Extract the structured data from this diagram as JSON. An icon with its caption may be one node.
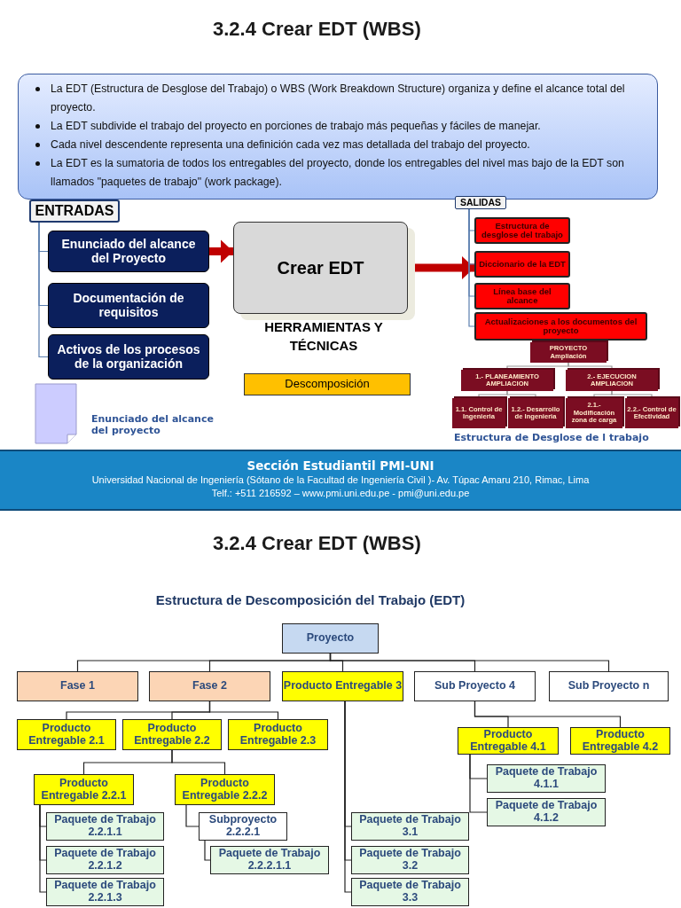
{
  "diagram": {
    "title": "3.2.4 Crear EDT (WBS)",
    "nodes": [
      {
        "text": [
          "La EDT (Estructura de Desglose del Trabajo) o WBS (Work Breakdown Structure) organiza y define el alcance total del proyecto.",
          "La EDT subdivide el trabajo del proyecto en porciones de trabajo más pequeñas y fáciles de manejar.",
          "Cada nivel descendente representa una definición cada vez mas detallada del trabajo del proyecto.",
          "La EDT es la sumatoria de todos los entregables del proyecto, donde los entregables del nivel mas bajo de la EDT son llamados \"paquetes de trabajo\" (work package)."
        ]
      },
      {
        "text": [
          "ENTRADAS"
        ]
      },
      {
        "text": [
          "Enunciado del alcance del Proyecto"
        ]
      },
      {
        "text": [
          "Documentación de requisitos"
        ]
      },
      {
        "text": [
          "Activos de los procesos de la organización"
        ]
      },
      {
        "text": [
          "Crear EDT"
        ]
      },
      {
        "text": [
          "Descomposición"
        ]
      },
      {
        "text": [
          "SALIDAS"
        ]
      },
      {
        "text": [
          "Estructura de desglose del trabajo"
        ]
      },
      {
        "text": [
          "Diccionario de la EDT"
        ]
      },
      {
        "text": [
          "Línea base del alcance"
        ]
      },
      {
        "text": [
          "Actualizaciones a los documentos del proyecto"
        ]
      },
      {
        "text": [
          "PROYECTO Ampliación"
        ]
      },
      {
        "text": [
          "1.- PLANEAMIENTO AMPLIACION"
        ]
      },
      {
        "text": [
          "2.- EJECUCION AMPLIACION"
        ]
      },
      {
        "text": [
          "1.1. Control de Ingenieria"
        ]
      },
      {
        "text": [
          "1.2.- Desarrollo de Ingenieria"
        ]
      },
      {
        "text": [
          "2.1.- Modificación zona de carga"
        ]
      },
      {
        "text": [
          "2.2.- Control de Efectividad"
        ]
      },
      {
        "text": [
          "Sección Estudiantil PMI-UNI",
          "Universidad Nacional de Ingeniería (Sótano de la Facultad de Ingeniería Civil )- Av. Túpac Amaru 210, Rimac, Lima",
          "Telf.: +511 216592 – www.pmi.uni.edu.pe - pmi@uni.edu.pe"
        ]
      },
      {
        "text": [
          "Proyecto"
        ]
      },
      {
        "text": [
          "Fase 1"
        ]
      },
      {
        "text": [
          "Fase 2"
        ]
      },
      {
        "text": [
          "Producto Entregable 3"
        ]
      },
      {
        "text": [
          "Sub Proyecto 4"
        ]
      },
      {
        "text": [
          "Sub Proyecto n"
        ]
      },
      {
        "text": [
          "Producto Entregable 2.1"
        ]
      },
      {
        "text": [
          "Producto Entregable 2.2"
        ]
      },
      {
        "text": [
          "Producto Entregable 2.3"
        ]
      },
      {
        "text": [
          "Producto Entregable 4.1"
        ]
      },
      {
        "text": [
          "Producto Entregable 4.2"
        ]
      },
      {
        "text": [
          "Producto Entregable 2.2.1"
        ]
      },
      {
        "text": [
          "Producto Entregable 2.2.2"
        ]
      },
      {
        "text": [
          "Paquete de Trabajo 4.1.1"
        ]
      },
      {
        "text": [
          "Paquete de Trabajo 4.1.2"
        ]
      },
      {
        "text": [
          "Paquete de Trabajo 2.2.1.1"
        ]
      },
      {
        "text": [
          "Subproyecto 2.2.2.1"
        ]
      },
      {
        "text": [
          "Paquete de Trabajo 3.1"
        ]
      },
      {
        "text": [
          "Paquete de Trabajo 2.2.1.2"
        ]
      },
      {
        "text": [
          "Paquete de Trabajo 2.2.2.1.1"
        ]
      },
      {
        "text": [
          "Paquete de Trabajo 3.2"
        ]
      },
      {
        "text": [
          "Paquete de Trabajo 2.2.1.3"
        ]
      },
      {
        "text": [
          "Paquete de Trabajo 3.3"
        ]
      }
    ],
    "edges": [
      {
        "from": 1,
        "to": 2,
        "arrow": "none",
        "color": "#5b7fb0"
      },
      {
        "from": 1,
        "to": 3,
        "arrow": "none",
        "color": "#5b7fb0"
      },
      {
        "from": 1,
        "to": 4,
        "arrow": "none",
        "color": "#5b7fb0"
      },
      {
        "from": 2,
        "to": 5,
        "arrow": "to",
        "style": "thick",
        "color": "#c00000"
      },
      {
        "from": 5,
        "to": 9,
        "arrow": "to",
        "style": "thick",
        "color": "#c00000"
      },
      {
        "from": 7,
        "to": 8,
        "arrow": "none",
        "color": "#5b7fb0"
      },
      {
        "from": 7,
        "to": 9,
        "arrow": "none",
        "color": "#5b7fb0"
      },
      {
        "from": 7,
        "to": 10,
        "arrow": "none",
        "color": "#5b7fb0"
      },
      {
        "from": 7,
        "to": 11,
        "arrow": "none",
        "color": "#5b7fb0"
      },
      {
        "from": 12,
        "to": 13,
        "arrow": "none",
        "color": "#999999"
      },
      {
        "from": 12,
        "to": 14,
        "arrow": "none",
        "color": "#999999"
      },
      {
        "from": 13,
        "to": 15,
        "arrow": "none",
        "color": "#999999"
      },
      {
        "from": 13,
        "to": 16,
        "arrow": "none",
        "color": "#999999"
      },
      {
        "from": 14,
        "to": 17,
        "arrow": "none",
        "color": "#999999"
      },
      {
        "from": 14,
        "to": 18,
        "arrow": "none",
        "color": "#999999"
      },
      {
        "from": 20,
        "to": 21,
        "arrow": "none"
      },
      {
        "from": 20,
        "to": 22,
        "arrow": "none"
      },
      {
        "from": 20,
        "to": 23,
        "arrow": "none"
      },
      {
        "from": 20,
        "to": 24,
        "arrow": "none"
      },
      {
        "from": 20,
        "to": 25,
        "arrow": "none"
      },
      {
        "from": 22,
        "to": 26,
        "arrow": "none"
      },
      {
        "from": 22,
        "to": 27,
        "arrow": "none"
      },
      {
        "from": 22,
        "to": 28,
        "arrow": "none"
      },
      {
        "from": 24,
        "to": 29,
        "arrow": "none"
      },
      {
        "from": 24,
        "to": 30,
        "arrow": "none"
      },
      {
        "from": 27,
        "to": 31,
        "arrow": "none"
      },
      {
        "from": 27,
        "to": 32,
        "arrow": "none"
      },
      {
        "from": 29,
        "to": 33,
        "arrow": "none"
      },
      {
        "from": 29,
        "to": 34,
        "arrow": "none"
      },
      {
        "from": 31,
        "to": 35,
        "arrow": "none"
      },
      {
        "from": 31,
        "to": 38,
        "arrow": "none"
      },
      {
        "from": 31,
        "to": 41,
        "arrow": "none"
      },
      {
        "from": 32,
        "to": 36,
        "arrow": "none"
      },
      {
        "from": 36,
        "to": 39,
        "arrow": "none"
      },
      {
        "from": 23,
        "to": 37,
        "arrow": "none"
      },
      {
        "from": 23,
        "to": 40,
        "arrow": "none"
      },
      {
        "from": 23,
        "to": 42,
        "arrow": "none"
      }
    ],
    "labels": [
      "HERRAMIENTAS Y TÉCNICAS",
      "Enunciado del alcance del proyecto",
      "Estructura de Desglose de l trabajo",
      "3.2.4 Crear EDT (WBS)",
      "Estructura de Descomposición del Trabajo (EDT)"
    ]
  }
}
